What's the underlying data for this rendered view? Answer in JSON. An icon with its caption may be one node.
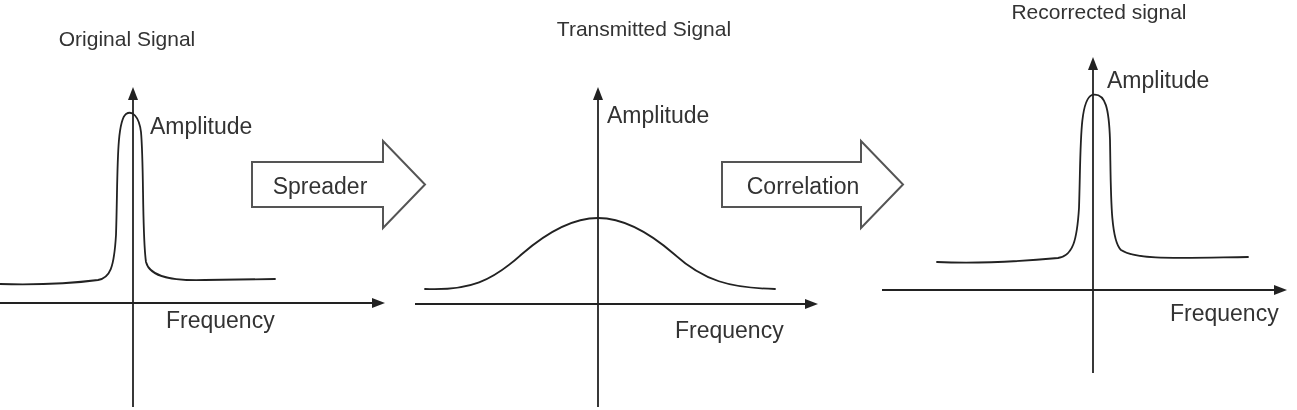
{
  "diagram": {
    "nodes": [
      {
        "text": [
          "Original Signal",
          "Amplitude",
          "Frequency"
        ]
      },
      {
        "text": [
          "Transmitted Signal",
          "Amplitude",
          "Frequency"
        ]
      },
      {
        "text": [
          "Recorrected signal",
          "Amplitude",
          "Frequency"
        ]
      }
    ],
    "edges": [
      {
        "from": 0,
        "to": 1,
        "arrow": "to",
        "label": "Spreader"
      },
      {
        "from": 1,
        "to": 2,
        "arrow": "to",
        "label": "Correlation"
      }
    ]
  }
}
